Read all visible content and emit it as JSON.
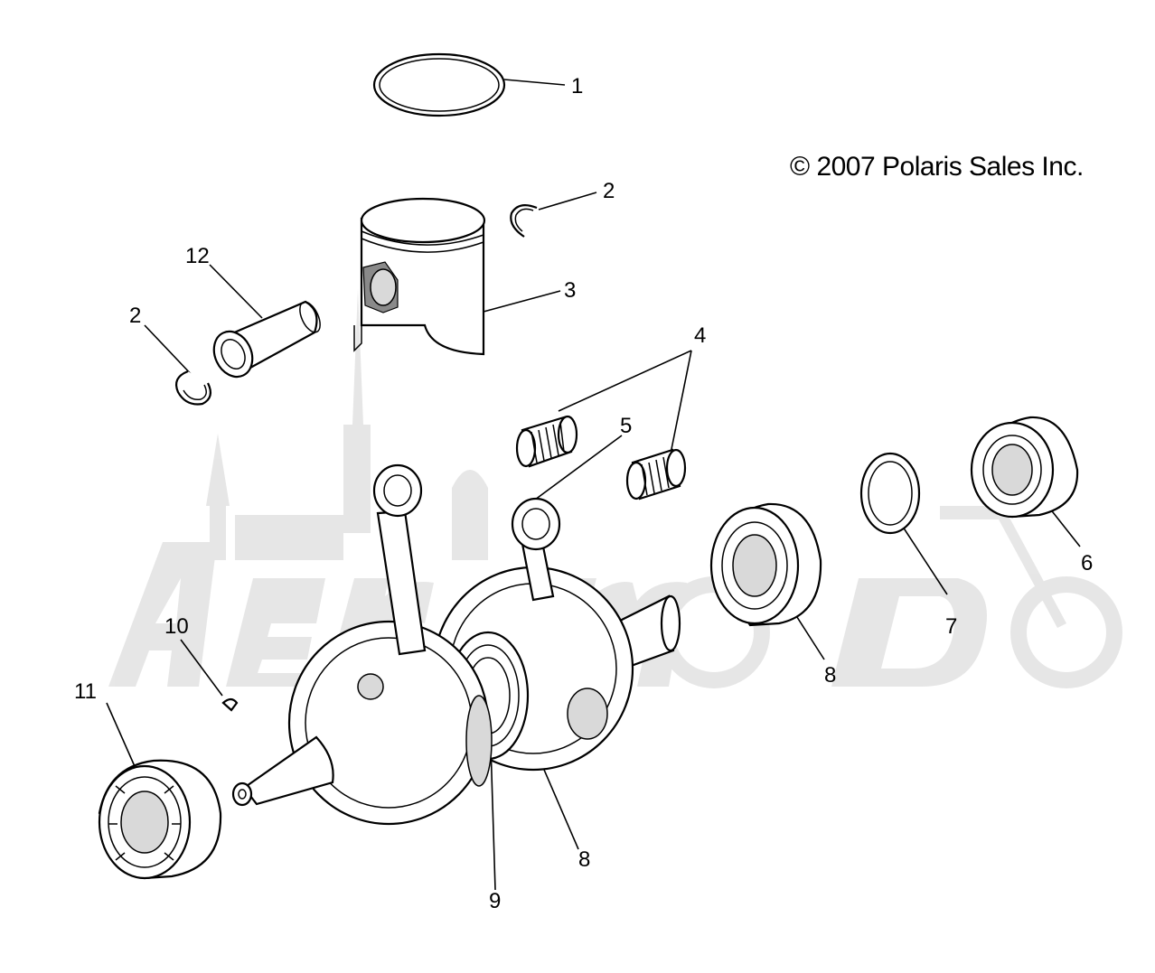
{
  "copyright": "© 2007 Polaris Sales Inc.",
  "watermark": "AeroMoto",
  "callouts": [
    {
      "id": "c1",
      "label": "1"
    },
    {
      "id": "c2a",
      "label": "2"
    },
    {
      "id": "c2b",
      "label": "2"
    },
    {
      "id": "c3",
      "label": "3"
    },
    {
      "id": "c4",
      "label": "4"
    },
    {
      "id": "c5",
      "label": "5"
    },
    {
      "id": "c6",
      "label": "6"
    },
    {
      "id": "c7",
      "label": "7"
    },
    {
      "id": "c8a",
      "label": "8"
    },
    {
      "id": "c8b",
      "label": "8"
    },
    {
      "id": "c9",
      "label": "9"
    },
    {
      "id": "c10",
      "label": "10"
    },
    {
      "id": "c11",
      "label": "11"
    },
    {
      "id": "c12",
      "label": "12"
    }
  ]
}
